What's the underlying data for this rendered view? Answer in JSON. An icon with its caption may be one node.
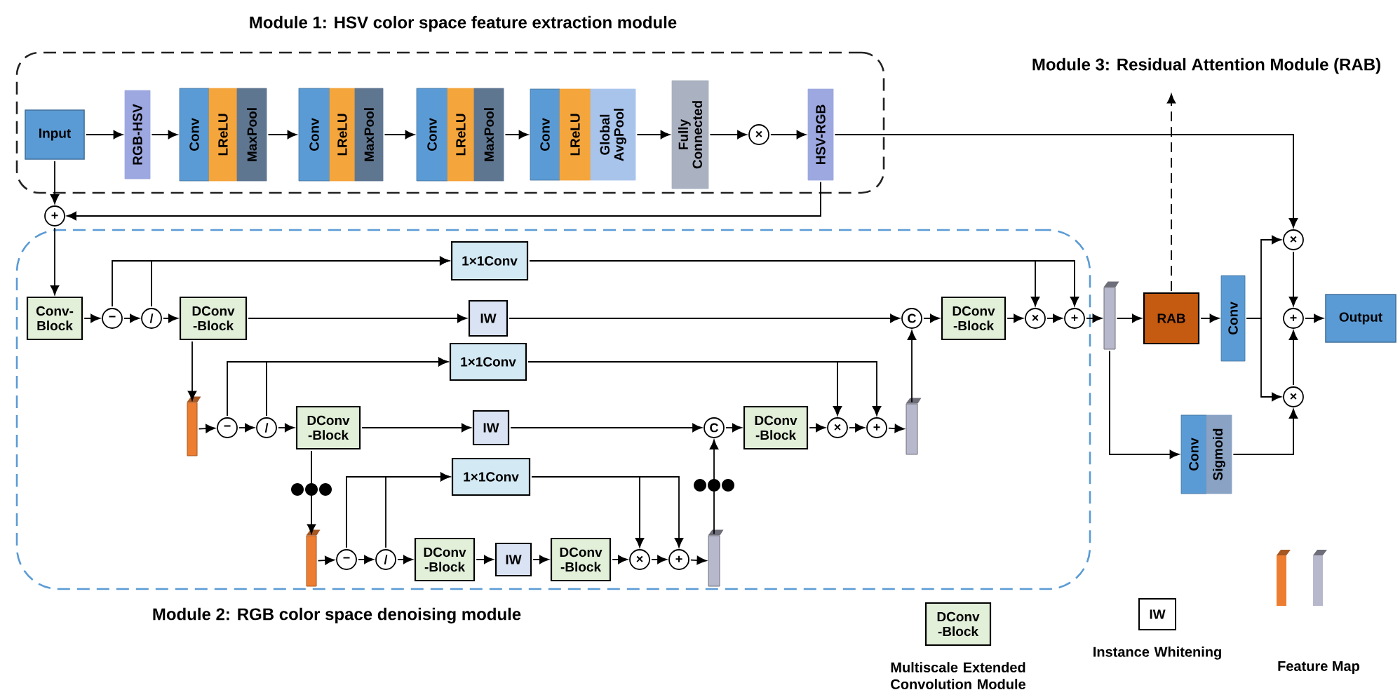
{
  "diagram": {
    "nodes": [
      {
        "text": [
          "Module 1: HSV color space feature extraction module"
        ]
      },
      {
        "text": [
          "Input"
        ],
        "in": 0
      },
      {
        "text": [
          "RGB-HSV"
        ],
        "in": 0
      },
      {
        "text": [
          "Conv"
        ],
        "in": 0
      },
      {
        "text": [
          "LReLU"
        ],
        "in": 0
      },
      {
        "text": [
          "MaxPool"
        ],
        "in": 0
      },
      {
        "text": [
          "Conv"
        ],
        "in": 0
      },
      {
        "text": [
          "LReLU"
        ],
        "in": 0
      },
      {
        "text": [
          "MaxPool"
        ],
        "in": 0
      },
      {
        "text": [
          "Conv"
        ],
        "in": 0
      },
      {
        "text": [
          "LReLU"
        ],
        "in": 0
      },
      {
        "text": [
          "MaxPool"
        ],
        "in": 0
      },
      {
        "text": [
          "Conv"
        ],
        "in": 0
      },
      {
        "text": [
          "LReLU"
        ],
        "in": 0
      },
      {
        "text": [
          "Global AvgPool"
        ],
        "in": 0
      },
      {
        "text": [
          "Fully Connected"
        ],
        "in": 0
      },
      {
        "text": [
          "×"
        ],
        "in": 0
      },
      {
        "text": [
          "HSV-RGB"
        ],
        "in": 0
      },
      {
        "text": [
          "Module 3: Residual Attention Module (RAB)"
        ]
      },
      {
        "text": [
          "+"
        ]
      },
      {
        "text": [
          "Module 2: RGB color space denoising module"
        ]
      },
      {
        "text": [
          "Conv- Block"
        ],
        "in": 20
      },
      {
        "text": [
          "−"
        ],
        "in": 20
      },
      {
        "text": [
          "/"
        ],
        "in": 20
      },
      {
        "text": [
          "DConv -Block"
        ],
        "in": 20
      },
      {
        "text": [
          "1×1Conv"
        ],
        "in": 20
      },
      {
        "text": [
          "IW"
        ],
        "in": 20
      },
      {
        "text": [
          "C"
        ],
        "in": 20
      },
      {
        "text": [
          "DConv -Block"
        ],
        "in": 20
      },
      {
        "text": [
          "×"
        ],
        "in": 20
      },
      {
        "text": [
          "+"
        ],
        "in": 20
      },
      {
        "text": [],
        "shape": "bar",
        "in": 20
      },
      {
        "text": [
          "−"
        ],
        "in": 20
      },
      {
        "text": [
          "/"
        ],
        "in": 20
      },
      {
        "text": [
          "DConv -Block"
        ],
        "in": 20
      },
      {
        "text": [
          "1×1Conv"
        ],
        "in": 20
      },
      {
        "text": [
          "IW"
        ],
        "in": 20
      },
      {
        "text": [
          "C"
        ],
        "in": 20
      },
      {
        "text": [
          "DConv -Block"
        ],
        "in": 20
      },
      {
        "text": [
          "×"
        ],
        "in": 20
      },
      {
        "text": [
          "+"
        ],
        "in": 20
      },
      {
        "text": [],
        "shape": "bar",
        "in": 20
      },
      {
        "text": [],
        "shape": "bar",
        "in": 20
      },
      {
        "text": [
          "−"
        ],
        "in": 20
      },
      {
        "text": [
          "/"
        ],
        "in": 20
      },
      {
        "text": [
          "DConv -Block"
        ],
        "in": 20
      },
      {
        "text": [
          "1×1Conv"
        ],
        "in": 20
      },
      {
        "text": [
          "IW"
        ],
        "in": 20
      },
      {
        "text": [
          "DConv -Block"
        ],
        "in": 20
      },
      {
        "text": [
          "×"
        ],
        "in": 20
      },
      {
        "text": [
          "+"
        ],
        "in": 20
      },
      {
        "text": [],
        "shape": "bar",
        "in": 20
      },
      {
        "text": [],
        "shape": "bar"
      },
      {
        "text": [
          "RAB"
        ]
      },
      {
        "text": [
          "Conv"
        ]
      },
      {
        "text": [
          "×"
        ]
      },
      {
        "text": [
          "+"
        ]
      },
      {
        "text": [
          "×"
        ]
      },
      {
        "text": [
          "Output"
        ]
      },
      {
        "text": [
          "Conv"
        ]
      },
      {
        "text": [
          "Sigmoid"
        ]
      },
      {
        "text": [
          "DConv -Block"
        ],
        "beside": [
          "Multiscale Extended Convolution Module"
        ]
      },
      {
        "text": [
          "IW"
        ],
        "beside": [
          "Instance Whitening"
        ]
      }
    ],
    "edges": [
      {
        "from": 1,
        "to": 2,
        "arrow": "to"
      },
      {
        "from": 2,
        "to": 3,
        "arrow": "to"
      },
      {
        "from": 5,
        "to": 6,
        "arrow": "to"
      },
      {
        "from": 8,
        "to": 9,
        "arrow": "to"
      },
      {
        "from": 11,
        "to": 12,
        "arrow": "to"
      },
      {
        "from": 14,
        "to": 15,
        "arrow": "to"
      },
      {
        "from": 15,
        "to": 16,
        "arrow": "to"
      },
      {
        "from": 16,
        "to": 17,
        "arrow": "to"
      },
      {
        "from": 1,
        "to": 19,
        "arrow": "to"
      },
      {
        "from": 17,
        "to": 19,
        "arrow": "to"
      },
      {
        "from": 19,
        "to": 21,
        "arrow": "to"
      },
      {
        "from": 17,
        "to": 55,
        "arrow": "to"
      },
      {
        "from": 53,
        "to": 18,
        "arrow": "to",
        "style": "dashed"
      },
      {
        "from": 21,
        "to": 22,
        "arrow": "to"
      },
      {
        "from": 22,
        "to": 23,
        "arrow": "to"
      },
      {
        "from": 23,
        "to": 24,
        "arrow": "to"
      },
      {
        "from": 22,
        "to": 25,
        "arrow": "to"
      },
      {
        "from": 23,
        "to": 25,
        "arrow": "to"
      },
      {
        "from": 24,
        "to": 26,
        "arrow": "to"
      },
      {
        "from": 26,
        "to": 27,
        "arrow": "to"
      },
      {
        "from": 27,
        "to": 28,
        "arrow": "to"
      },
      {
        "from": 28,
        "to": 29,
        "arrow": "to"
      },
      {
        "from": 29,
        "to": 30,
        "arrow": "to"
      },
      {
        "from": 25,
        "to": 29,
        "arrow": "to"
      },
      {
        "from": 25,
        "to": 30,
        "arrow": "to"
      },
      {
        "from": 30,
        "to": 52,
        "arrow": "to"
      },
      {
        "from": 24,
        "to": 31,
        "arrow": "to"
      },
      {
        "from": 31,
        "to": 32,
        "arrow": "to"
      },
      {
        "from": 32,
        "to": 33,
        "arrow": "to"
      },
      {
        "from": 33,
        "to": 34,
        "arrow": "to"
      },
      {
        "from": 32,
        "to": 35,
        "arrow": "to"
      },
      {
        "from": 33,
        "to": 35,
        "arrow": "to"
      },
      {
        "from": 34,
        "to": 36,
        "arrow": "to"
      },
      {
        "from": 36,
        "to": 37,
        "arrow": "to"
      },
      {
        "from": 37,
        "to": 38,
        "arrow": "to"
      },
      {
        "from": 38,
        "to": 39,
        "arrow": "to"
      },
      {
        "from": 39,
        "to": 40,
        "arrow": "to"
      },
      {
        "from": 35,
        "to": 39,
        "arrow": "to"
      },
      {
        "from": 35,
        "to": 40,
        "arrow": "to"
      },
      {
        "from": 40,
        "to": 41,
        "arrow": "to"
      },
      {
        "from": 41,
        "to": 27,
        "arrow": "to"
      },
      {
        "from": 34,
        "to": 42,
        "arrow": "to"
      },
      {
        "from": 42,
        "to": 43,
        "arrow": "to"
      },
      {
        "from": 43,
        "to": 44,
        "arrow": "to"
      },
      {
        "from": 44,
        "to": 45,
        "arrow": "to"
      },
      {
        "from": 43,
        "to": 46,
        "arrow": "to"
      },
      {
        "from": 44,
        "to": 46,
        "arrow": "to"
      },
      {
        "from": 45,
        "to": 47,
        "arrow": "to"
      },
      {
        "from": 47,
        "to": 48,
        "arrow": "to"
      },
      {
        "from": 48,
        "to": 49,
        "arrow": "to"
      },
      {
        "from": 49,
        "to": 50,
        "arrow": "to"
      },
      {
        "from": 46,
        "to": 49,
        "arrow": "to"
      },
      {
        "from": 46,
        "to": 50,
        "arrow": "to"
      },
      {
        "from": 50,
        "to": 51,
        "arrow": "to"
      },
      {
        "from": 51,
        "to": 37,
        "arrow": "to"
      },
      {
        "from": 52,
        "to": 53,
        "arrow": "to"
      },
      {
        "from": 53,
        "to": 54,
        "arrow": "to"
      },
      {
        "from": 54,
        "to": 55,
        "arrow": "to"
      },
      {
        "from": 54,
        "to": 57,
        "arrow": "to"
      },
      {
        "from": 55,
        "to": 56,
        "arrow": "to"
      },
      {
        "from": 57,
        "to": 56,
        "arrow": "to"
      },
      {
        "from": 56,
        "to": 58,
        "arrow": "to"
      },
      {
        "from": 52,
        "to": 59,
        "arrow": "to"
      },
      {
        "from": 60,
        "to": 57,
        "arrow": "to"
      }
    ],
    "legend": [
      {
        "text": "Feature Map"
      }
    ]
  }
}
